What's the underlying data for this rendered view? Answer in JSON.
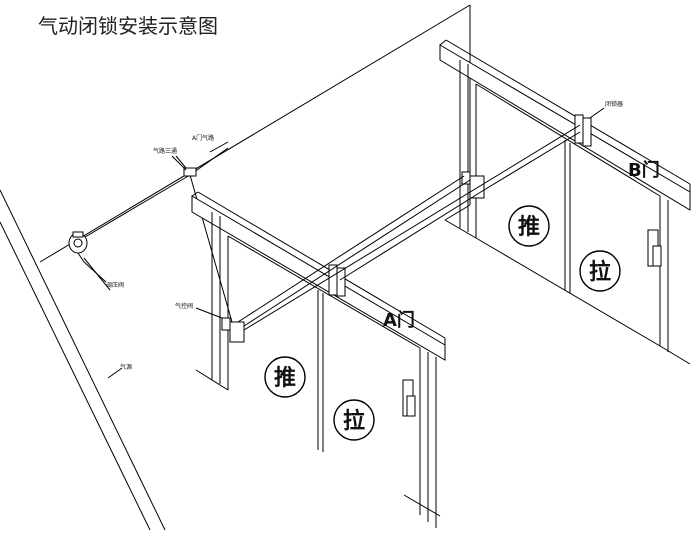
{
  "title": "气动闭锁安装示意图",
  "labels": {
    "door_a": "A门",
    "door_b": "B门",
    "push": "推",
    "pull": "拉",
    "a_air_path": "A门气路",
    "air_tee": "气路三通",
    "pressure_valve": "调压阀",
    "air_source": "气源",
    "solenoid_valve": "气控阀",
    "door_closer": "闭锁器"
  }
}
